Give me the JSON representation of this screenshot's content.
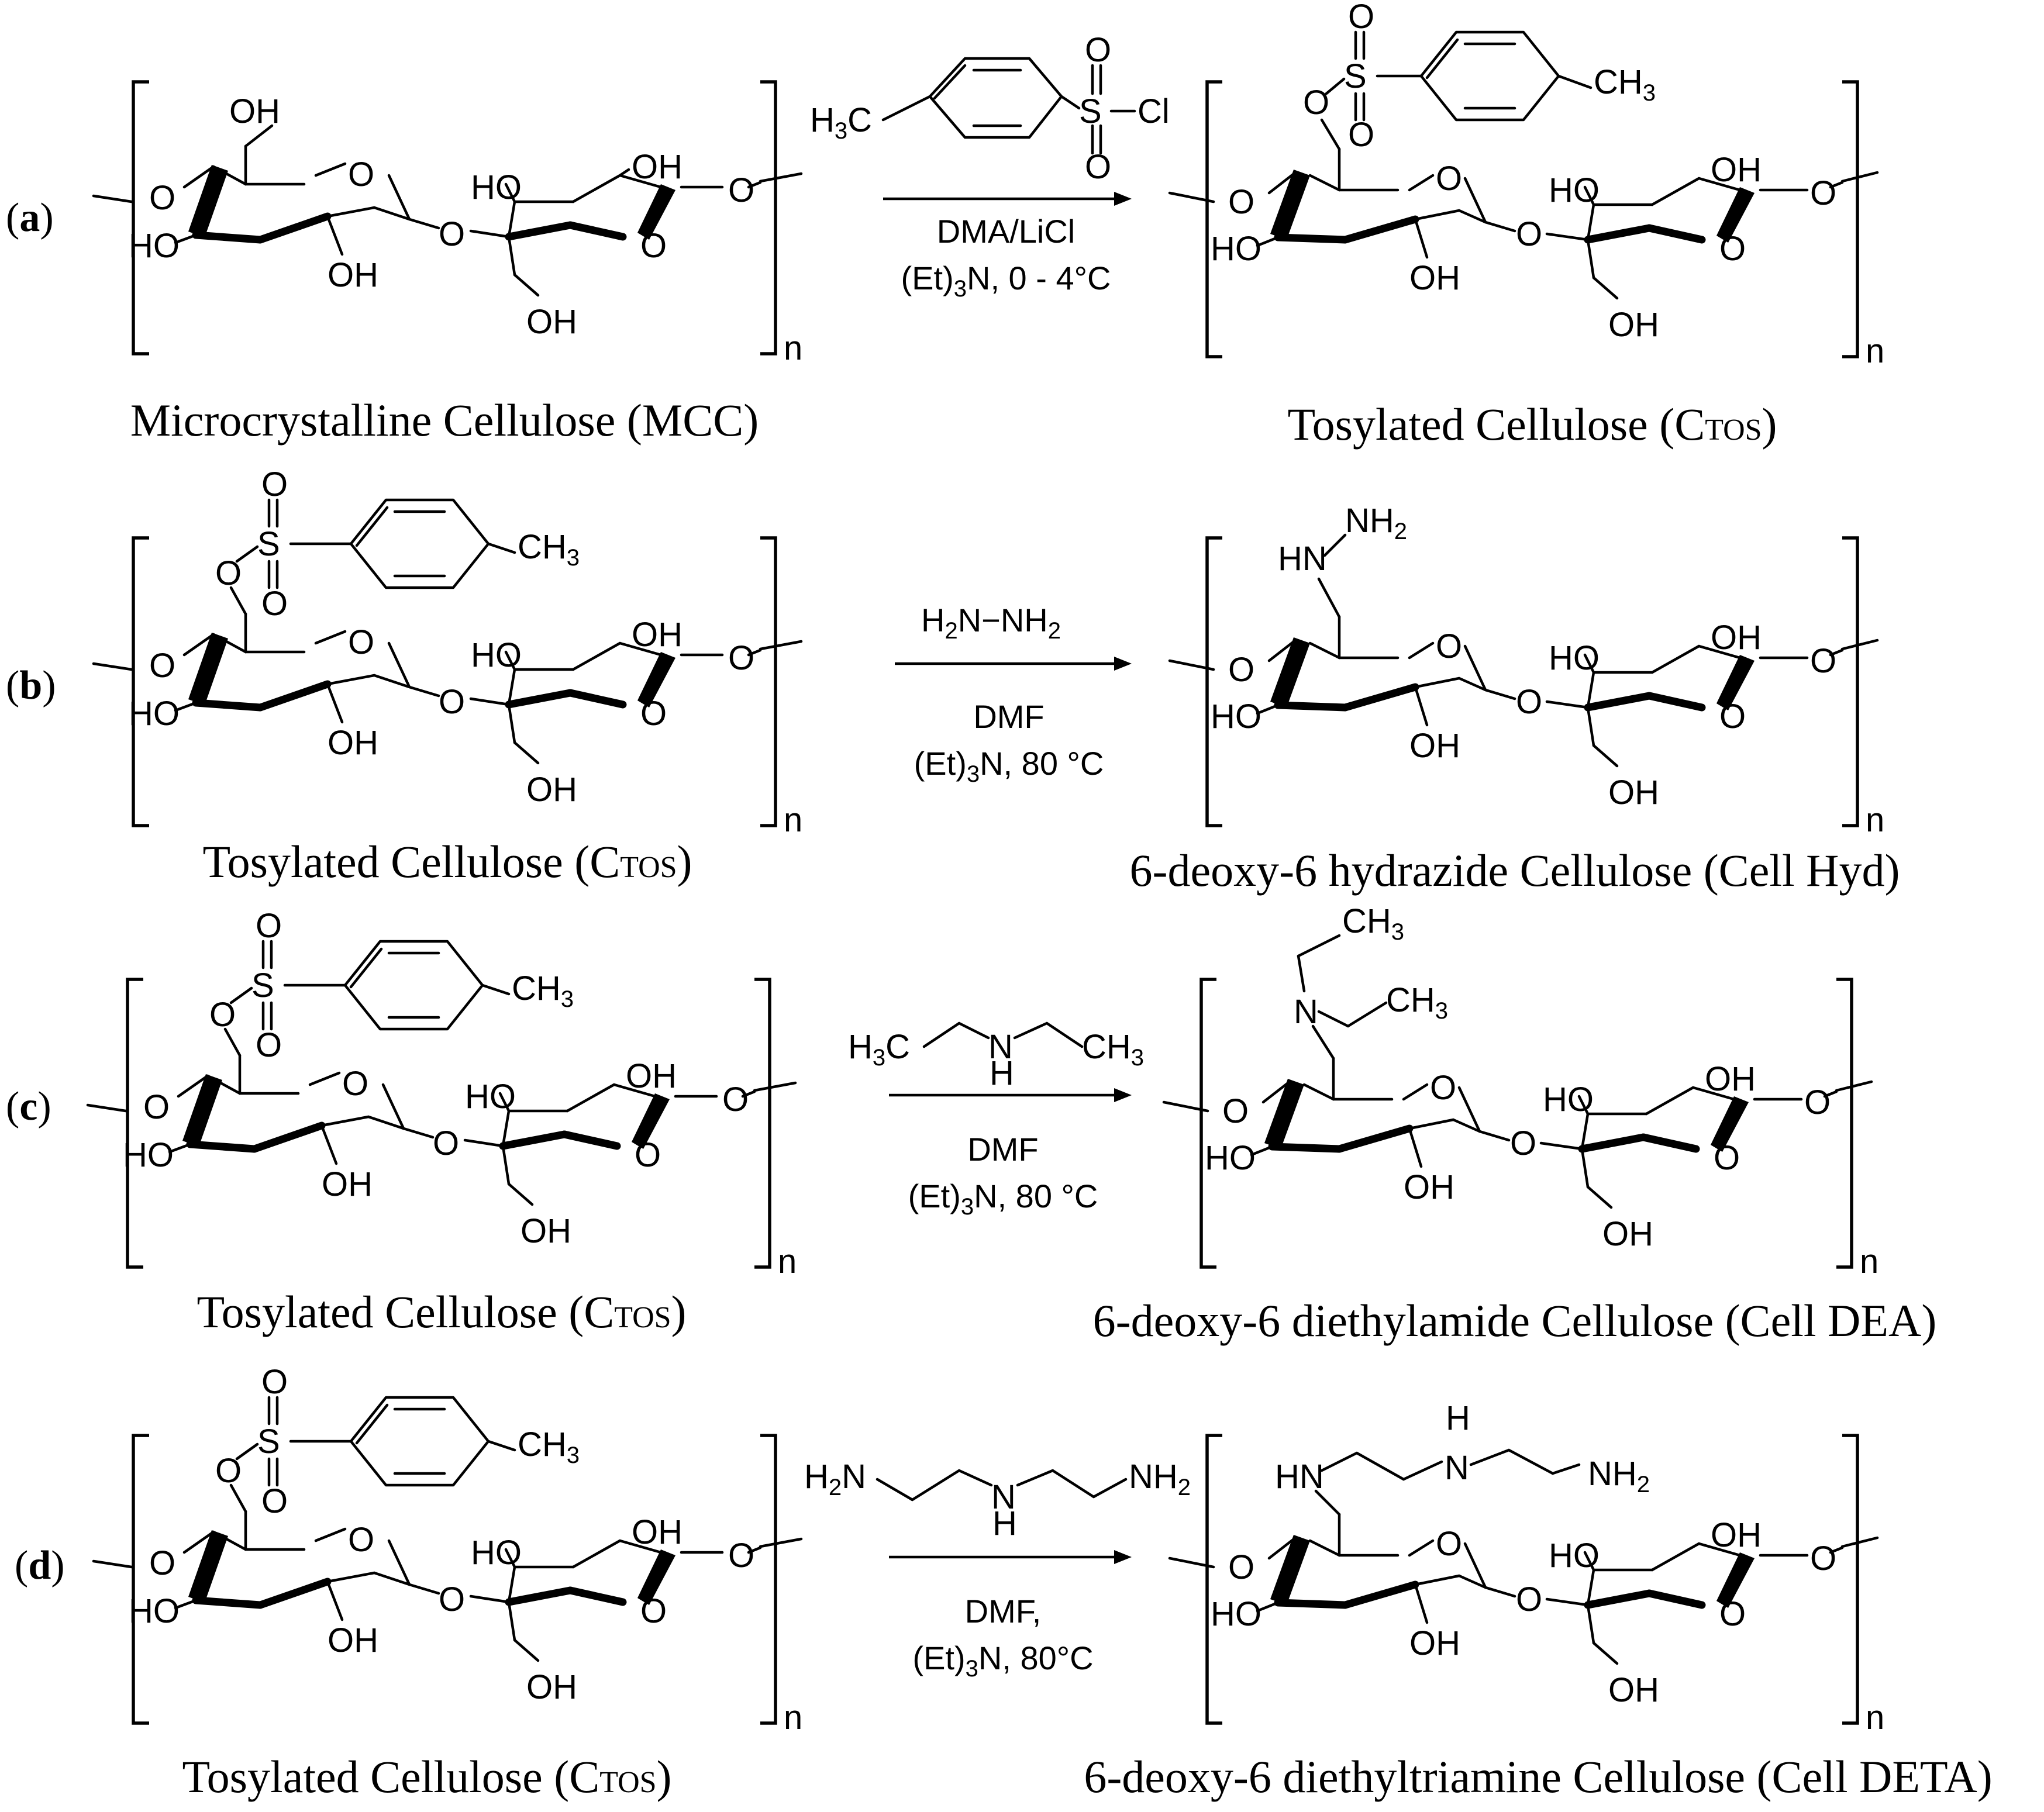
{
  "panels": [
    {
      "tag": "a",
      "reactant_label": "Microcrystalline Cellulose (MCC)",
      "product_label": "Tosylated Cellulose (CTOS)",
      "reagent_name": "tosyl chloride",
      "conditions": [
        "DMA/LiCl",
        "(Et)3N, 0 - 4°C"
      ]
    },
    {
      "tag": "b",
      "reactant_label": "Tosylated Cellulose (CTOS)",
      "product_label": "6-deoxy-6 hydrazide Cellulose (Cell Hyd)",
      "reagent_name": "H2N–NH2",
      "conditions": [
        "DMF",
        "(Et)3N, 80 °C"
      ]
    },
    {
      "tag": "c",
      "reactant_label": "Tosylated Cellulose (CTOS)",
      "product_label": "6-deoxy-6 diethylamide Cellulose (Cell DEA)",
      "reagent_name": "diethylamine",
      "conditions": [
        "DMF",
        "(Et)3N, 80 °C"
      ]
    },
    {
      "tag": "d",
      "reactant_label": "Tosylated Cellulose (CTOS)",
      "product_label": "6-deoxy-6 diethyltriamine Cellulose (Cell DETA)",
      "reagent_name": "diethylenetriamine",
      "conditions": [
        "DMF,",
        "(Et)3N, 80°C"
      ]
    }
  ],
  "atom_labels": {
    "OH": "OH",
    "HO": "HO",
    "O": "O",
    "S": "S",
    "Cl": "Cl",
    "N": "N",
    "H": "H",
    "n": "n",
    "CH3": "CH3",
    "H3C": "H3C",
    "H2N": "H2N",
    "NH2": "NH2",
    "HN": "HN"
  }
}
